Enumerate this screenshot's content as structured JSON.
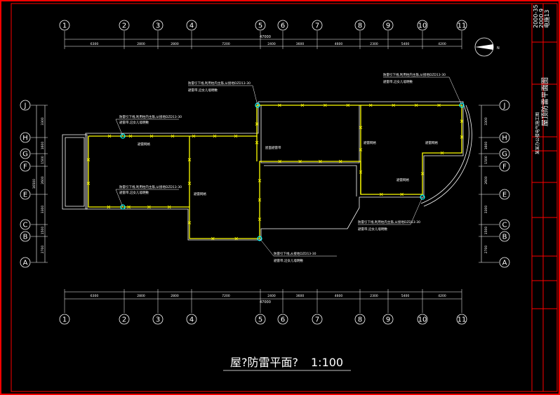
{
  "drawing": {
    "title": "屋?防雷平面?",
    "scale": "1:100"
  },
  "grid": {
    "vertical_labels": [
      "1",
      "2",
      "3",
      "4",
      "5",
      "6",
      "7",
      "8",
      "9",
      "10",
      "11"
    ],
    "horizontal_labels": [
      "J",
      "H",
      "G",
      "F",
      "E",
      "C",
      "B",
      "A"
    ],
    "top_dims": [
      "6300",
      "2800",
      "2800",
      "7200",
      "2400",
      "3600",
      "4600",
      "2300",
      "5400",
      "4200"
    ],
    "top_total": "47000",
    "bottom_dims": [
      "6300",
      "2800",
      "2800",
      "7200",
      "2400",
      "3600",
      "4600",
      "2300",
      "5400",
      "4200"
    ],
    "bottom_total": "47000",
    "left_dims": [
      "3300",
      "1600",
      "1500",
      "2600",
      "3300",
      "1500",
      "2700"
    ],
    "left_total": "16500",
    "right_dims": [
      "3300",
      "1600",
      "1500",
      "2600",
      "3300",
      "1500",
      "2700"
    ]
  },
  "notes": {
    "downlead": "防雷引下线,利用柱内主筋,从接地DZD13-30",
    "downlead_short": "防雷引下线,从接地DZD13-30",
    "belt": "避雷带,沿女儿墙明敷",
    "belt_mesh": "避雷网格",
    "roof_note": "屋面避雷带"
  },
  "title_block": {
    "date": "2000-35",
    "sheet_no": "2000.9",
    "drawing_no": "电施13",
    "drawing_name": "屋顶防雷平面图",
    "project": "某某办公楼电气施工图"
  },
  "colors": {
    "frame": "#ff0000",
    "line": "#ffffff",
    "lightning": "#ffff00",
    "node": "#00ffff"
  }
}
